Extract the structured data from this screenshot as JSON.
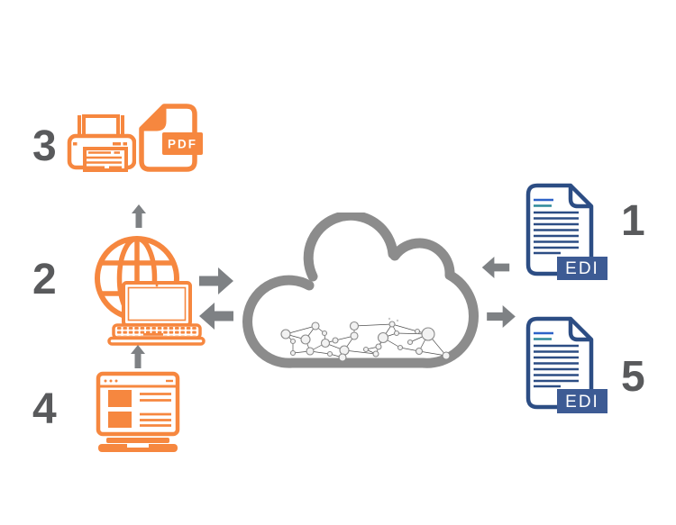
{
  "diagram": {
    "type": "EDI cloud exchange workflow",
    "background": "#ffffff",
    "step_labels": {
      "one": "1",
      "two": "2",
      "three": "3",
      "four": "4",
      "five": "5"
    },
    "badges": {
      "edi_in": "EDI",
      "edi_out": "EDI",
      "pdf": "PDF"
    },
    "colors": {
      "orange": "#F6873F",
      "document_blue": "#2C4D84",
      "badge_blue": "#3D5B94",
      "cloud_gray": "#8C8C8C",
      "arrow_gray": "#7E8184",
      "number_gray": "#595A5C"
    },
    "icons": [
      "printer-icon",
      "pdf-file-icon",
      "globe-laptop-icon",
      "browser-window-icon",
      "cloud-network-icon",
      "edi-document-in-icon",
      "edi-document-out-icon",
      "arrow-up-icon",
      "arrow-right-icon",
      "arrow-left-icon"
    ]
  }
}
